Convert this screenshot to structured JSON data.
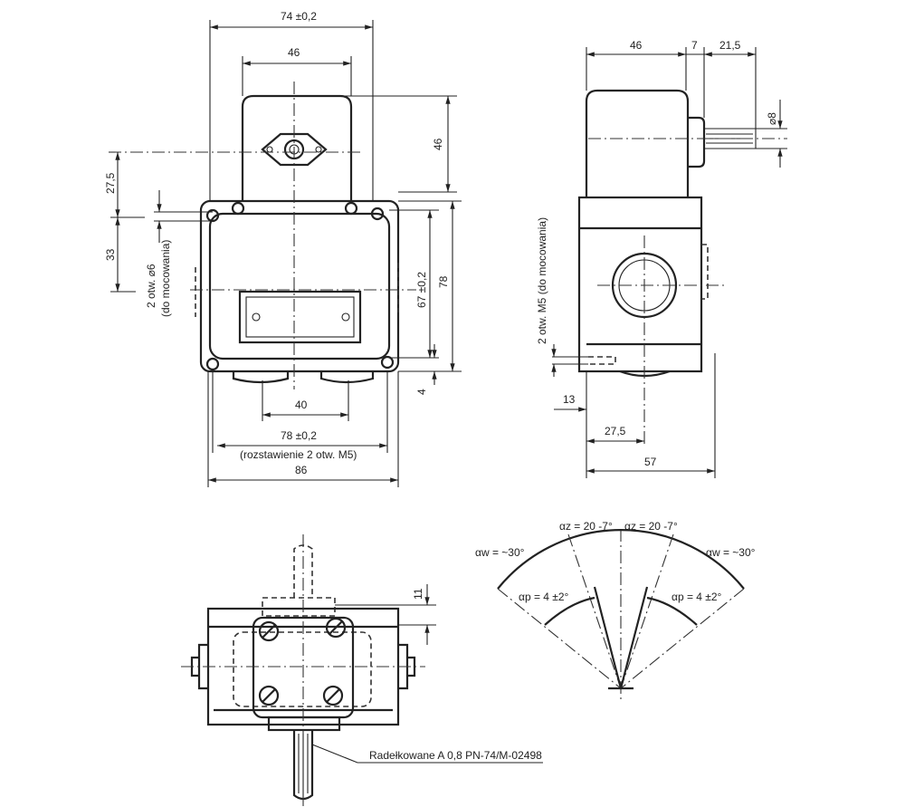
{
  "front_view": {
    "dim_width_74": "74 ±0,2",
    "dim_coil_46": "46",
    "dim_coil_height_46": "46",
    "dim_27_5": "27,5",
    "dim_33": "33",
    "holes_note": "2 otw. ⌀6",
    "holes_note_2": "(do mocowania)",
    "dim_67": "67 ±0,2",
    "dim_78_vertical": "78",
    "dim_4": "4",
    "dim_40": "40",
    "dim_78_horizontal": "78 ±0,2",
    "spacing_note": "(rozstawienie 2 otw. M5)",
    "dim_86": "86"
  },
  "side_view": {
    "dim_46": "46",
    "dim_7": "7",
    "dim_21_5": "21,5",
    "dim_diam_8": "⌀8",
    "holes_note": "2 otw. M5 (do mocowania)",
    "dim_13": "13",
    "dim_27_5": "27,5",
    "dim_57": "57"
  },
  "bottom_view": {
    "dim_11": "11",
    "knurl_note": "Radełkowane A 0,8  PN-74/M-02498"
  },
  "angle_diagram": {
    "alpha_z_left": "αz = 20 -7°",
    "alpha_z_right": "αz = 20 -7°",
    "alpha_w_left": "αw = ~30°",
    "alpha_w_right": "αw = ~30°",
    "alpha_p_left": "αp = 4 ±2°",
    "alpha_p_right": "αp = 4 ±2°"
  }
}
